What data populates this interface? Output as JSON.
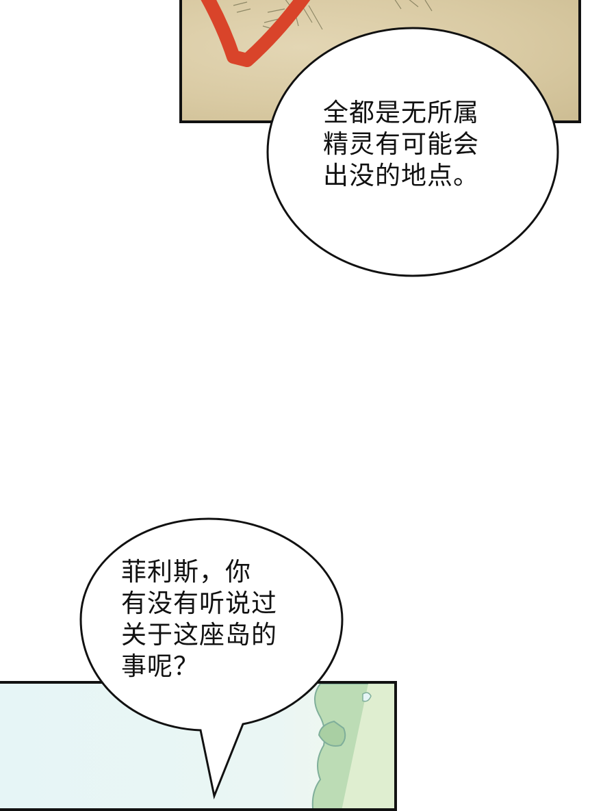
{
  "panels": [
    {
      "name": "old-map-panel",
      "description": "parchment map with red marking"
    },
    {
      "name": "sea-map-panel",
      "description": "coastline map in pale blue and green"
    }
  ],
  "bubbles": [
    {
      "speaker": "unknown",
      "lines": [
        "全都是无所属",
        "精灵有可能会",
        "出没的地点。"
      ]
    },
    {
      "speaker": "unknown",
      "lines": [
        "菲利斯，你",
        "有没有听说过",
        "关于这座岛的",
        "事呢？"
      ]
    }
  ],
  "colors": {
    "parchment": "#d9caa3",
    "red_mark": "#d9442a",
    "sea": "#e6f5f6",
    "land": "#a9cfa3",
    "outline": "#111111"
  }
}
